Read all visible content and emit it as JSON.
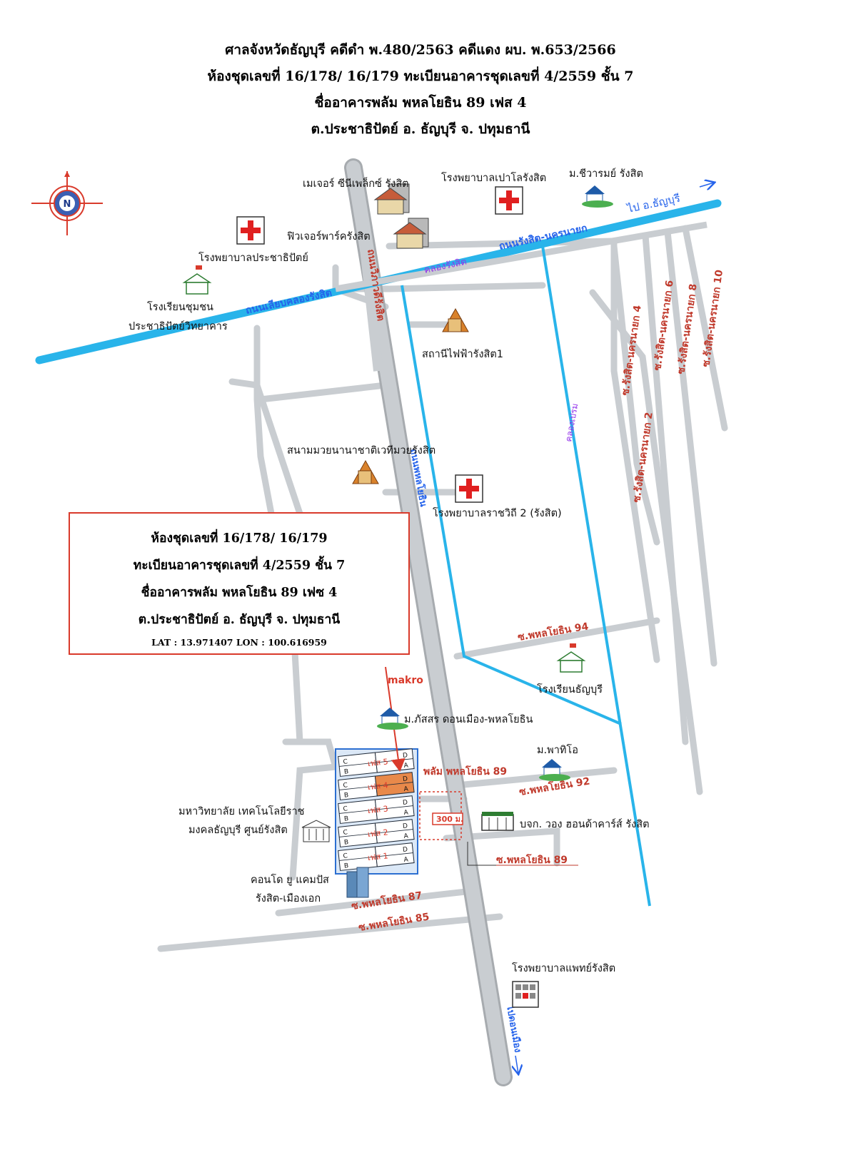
{
  "header": {
    "line1": "ศาลจังหวัดธัญบุรี   คดีดำ พ.480/2563  คดีแดง ผบ. พ.653/2566",
    "line2": "ห้องชุดเลขที่ 16/178/ 16/179  ทะเบียนอาคารชุดเลขที่ 4/2559 ชั้น 7",
    "line3": "ชื่ออาคารพลัม พหลโยธิน 89 เฟส 4",
    "line4": "ต.ประชาธิปัตย์   อ. ธัญบุรี   จ. ปทุมธานี"
  },
  "compass": {
    "letter": "N"
  },
  "info_box": {
    "line1": "ห้องชุดเลขที่ 16/178/ 16/179",
    "line2": "ทะเบียนอาคารชุดเลขที่ 4/2559 ชั้น 7",
    "line3": "ชื่ออาคารพลัม พหลโยธิน 89 เฟซ 4",
    "line4": "ต.ประชาธิปัตย์   อ. ธัญบุรี   จ. ปทุมธานี",
    "latlon": "LAT : 13.971407 LON : 100.616959"
  },
  "places": {
    "major_cineplex": "เมเจอร์ ซีนีเพล็กซ์ รังสิต",
    "pao_hospital": "โรงพยาบาลเปาโลรังสิต",
    "chiwarom": "ม.ชีวารมย์ รังสิต",
    "future_park": "ฟิวเจอร์พาร์ครังสิต",
    "prachathipat_hospital": "โรงพยาบาลประชาธิปัตย์",
    "community_school_1": "โรงเรียนชุมชน",
    "community_school_2": "ประชาธิปัตย์วิทยาคาร",
    "power_station": "สถานีไฟฟ้ารังสิต1",
    "boxing_stadium": "สนามมวยนานาชาติเวทีมวยรังสิต",
    "rajavithi_hospital": "โรงพยาบาลราชวิถี 2 (รังสิต)",
    "thanyaburi_school": "โรงเรียนธัญบุรี",
    "passorn": "ม.ภัสสร ดอนเมือง-พหลโยธิน",
    "patio": "ม.พาทิโอ",
    "university_1": "มหาวิทยาลัย เทคโนโลยีราช",
    "university_2": "มงคลธัญบุรี ศูนย์รังสิต",
    "ucampus_1": "คอนโด ยู แคมปัส",
    "ucampus_2": "รังสิต-เมืองเอก",
    "wong_honda": "บจก. วอง ฮอนด้าคาร์ส์ รังสิต",
    "phaet_hospital": "โรงพยาบาลแพทย์รังสิต",
    "makro": "makro",
    "plum": "พลัม พหลโยธิน 89",
    "distance": "300 ม."
  },
  "roads": {
    "to_thanyaburi": "ไป อ.ธัญบุรี",
    "rangsit_nakhonnayok": "ถนนรังสิต-นครนายก",
    "khlong_rangsit": "คลองรังสิต",
    "liap_khlong": "ถนนเลียบคลองรังสิต",
    "vibhavadi": "ถนนวิภาวดีรังสิต",
    "phahonyothin": "ถนนพหลโยธิน",
    "canal_vertical": "คลองเปรม",
    "soi_nakhonnayok_4": "ซ.รังสิต-นครนายก 4",
    "soi_nakhonnayok_6": "ซ.รังสิต-นครนายก 6",
    "soi_nakhonnayok_8": "ซ.รังสิต-นครนายก 8",
    "soi_nakhonnayok_10": "ซ.รังสิต-นครนายก 10",
    "soi_nakhonnayok_2": "ซ.รังสิต-นครนายก 2",
    "soi_94": "ซ.พหลโยธิน 94",
    "soi_92": "ซ.พหลโยธิน 92",
    "soi_89": "ซ.พหลโยธิน 89",
    "soi_87": "ซ.พหลโยธิน 87",
    "soi_85": "ซ.พหลโยธิน 85",
    "to_donmueang": "ไปดอนเมือง"
  },
  "phases": [
    "เฟส 5",
    "เฟส 4",
    "เฟส 3",
    "เฟส 2",
    "เฟส 1"
  ],
  "building_letters": {
    "left_top": "C",
    "left_bottom": "B",
    "right_top": "D",
    "right_bottom": "A"
  },
  "colors": {
    "road": "#c9cdd1",
    "road_edge": "#a7abaf",
    "canal": "#29b4ea",
    "road_label": "#c0392b",
    "canal_label": "#2563eb",
    "box_border": "#d93a2b",
    "hospital_cross": "#e02020"
  }
}
